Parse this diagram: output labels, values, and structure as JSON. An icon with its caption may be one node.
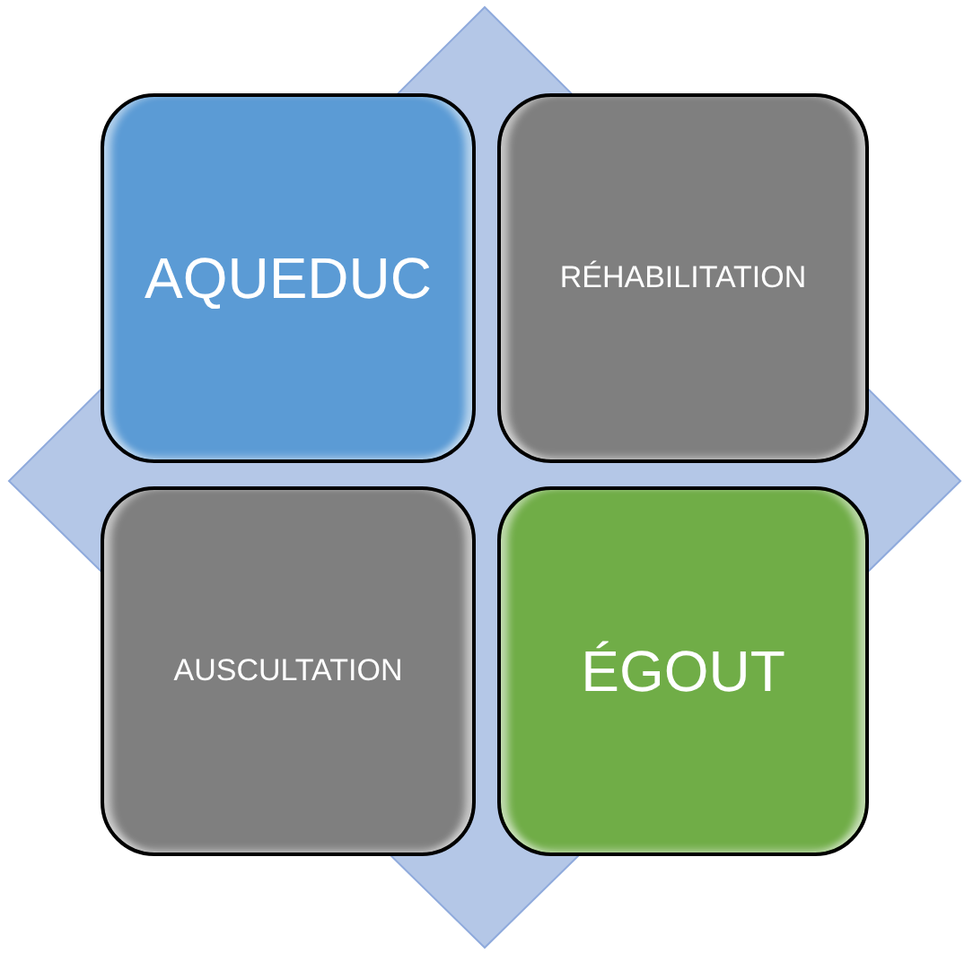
{
  "diagram": {
    "nodes": [
      {
        "text": [
          "AQUEDUC"
        ]
      },
      {
        "text": [
          "RÉHABILITATION"
        ]
      },
      {
        "text": [
          "AUSCULTATION"
        ]
      },
      {
        "text": [
          "ÉGOUT"
        ]
      }
    ]
  }
}
